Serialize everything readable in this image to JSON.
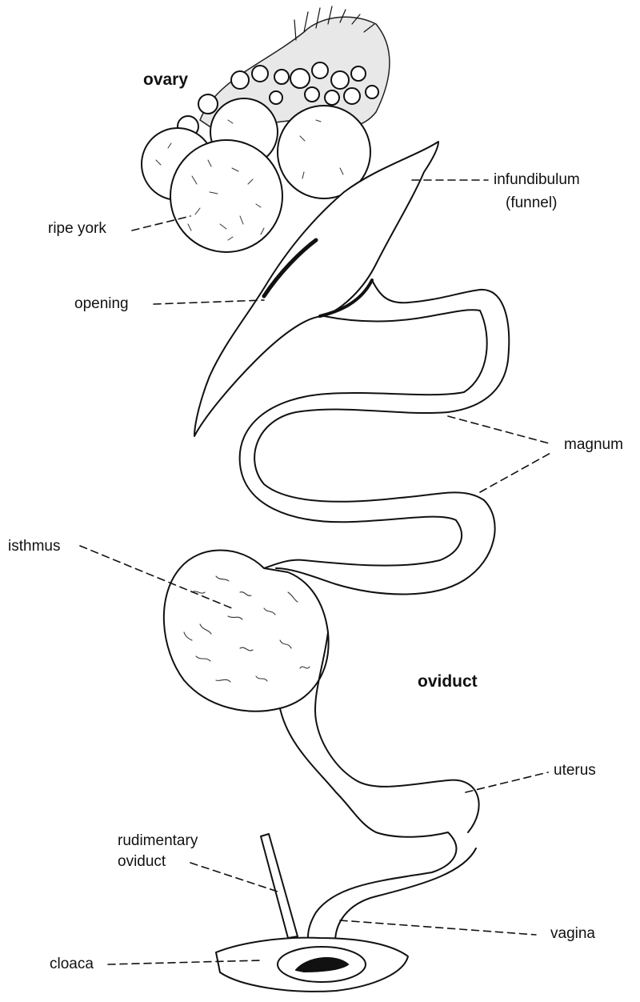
{
  "diagram": {
    "headings": {
      "ovary": "ovary",
      "oviduct": "oviduct"
    },
    "labels": {
      "infundibulum": "infundibulum",
      "funnel": "(funnel)",
      "ripe_york": "ripe york",
      "opening": "opening",
      "magnum": "magnum",
      "isthmus": "isthmus",
      "uterus": "uterus",
      "rudimentary": "rudimentary",
      "rudimentary_oviduct": "oviduct",
      "vagina": "vagina",
      "cloaca": "cloaca"
    }
  }
}
